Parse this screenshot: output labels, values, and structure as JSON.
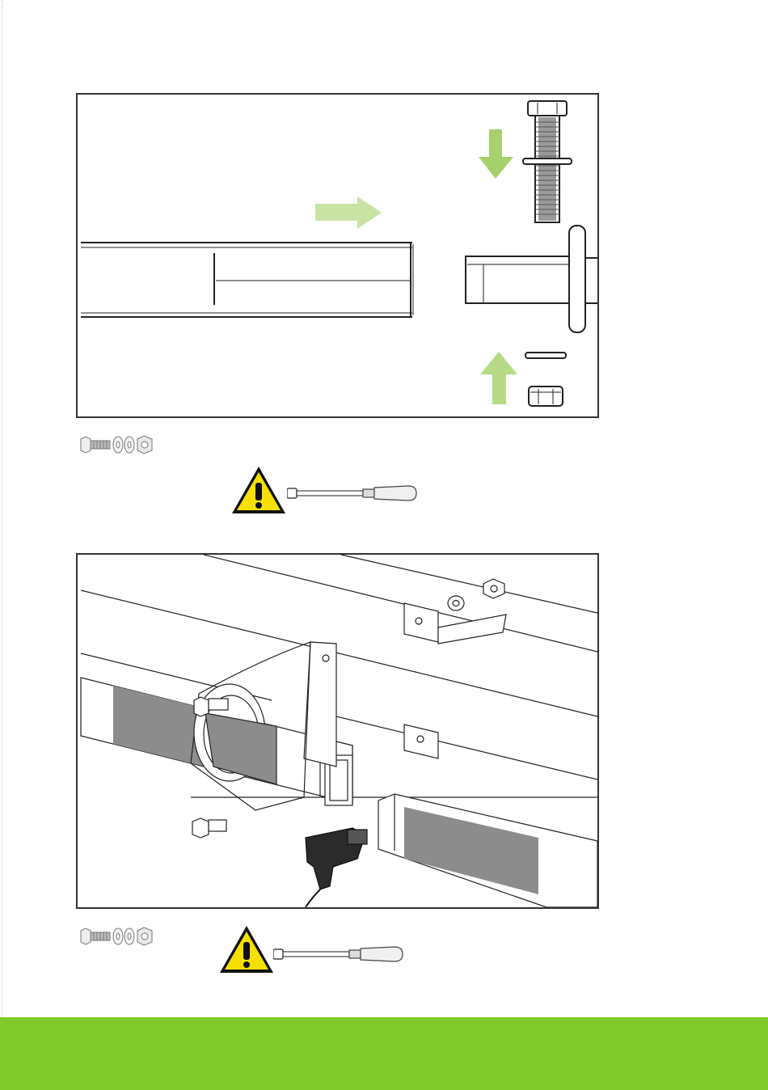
{
  "page": {
    "footer_color": "#7fc92a",
    "panel_border_color": "#333333",
    "arrow_color": "#c9e3a4",
    "warning_color": "#f5e000",
    "shading_color": "#8c8c8c"
  },
  "steps": [
    {
      "id": "step-1",
      "illustration": [
        "square-tube",
        "flanged-adapter",
        "hex-bolt",
        "washer",
        "lock-nut",
        "arrow-right",
        "arrow-down",
        "arrow-up"
      ],
      "hardware_icons": [
        "bolt-icon",
        "washer-icon",
        "washer-icon",
        "nut-icon"
      ],
      "warning_icon": "warning-triangle-icon",
      "tool_icon": "torque-wrench-icon"
    },
    {
      "id": "step-2",
      "illustration": [
        "frame-beams",
        "mounting-bracket",
        "bolt",
        "washer",
        "nut",
        "square-tube",
        "heat-gun"
      ],
      "hardware_icons": [
        "bolt-icon",
        "washer-icon",
        "washer-icon",
        "nut-icon"
      ],
      "warning_icon": "warning-triangle-icon",
      "tool_icon": "torque-wrench-icon"
    }
  ]
}
